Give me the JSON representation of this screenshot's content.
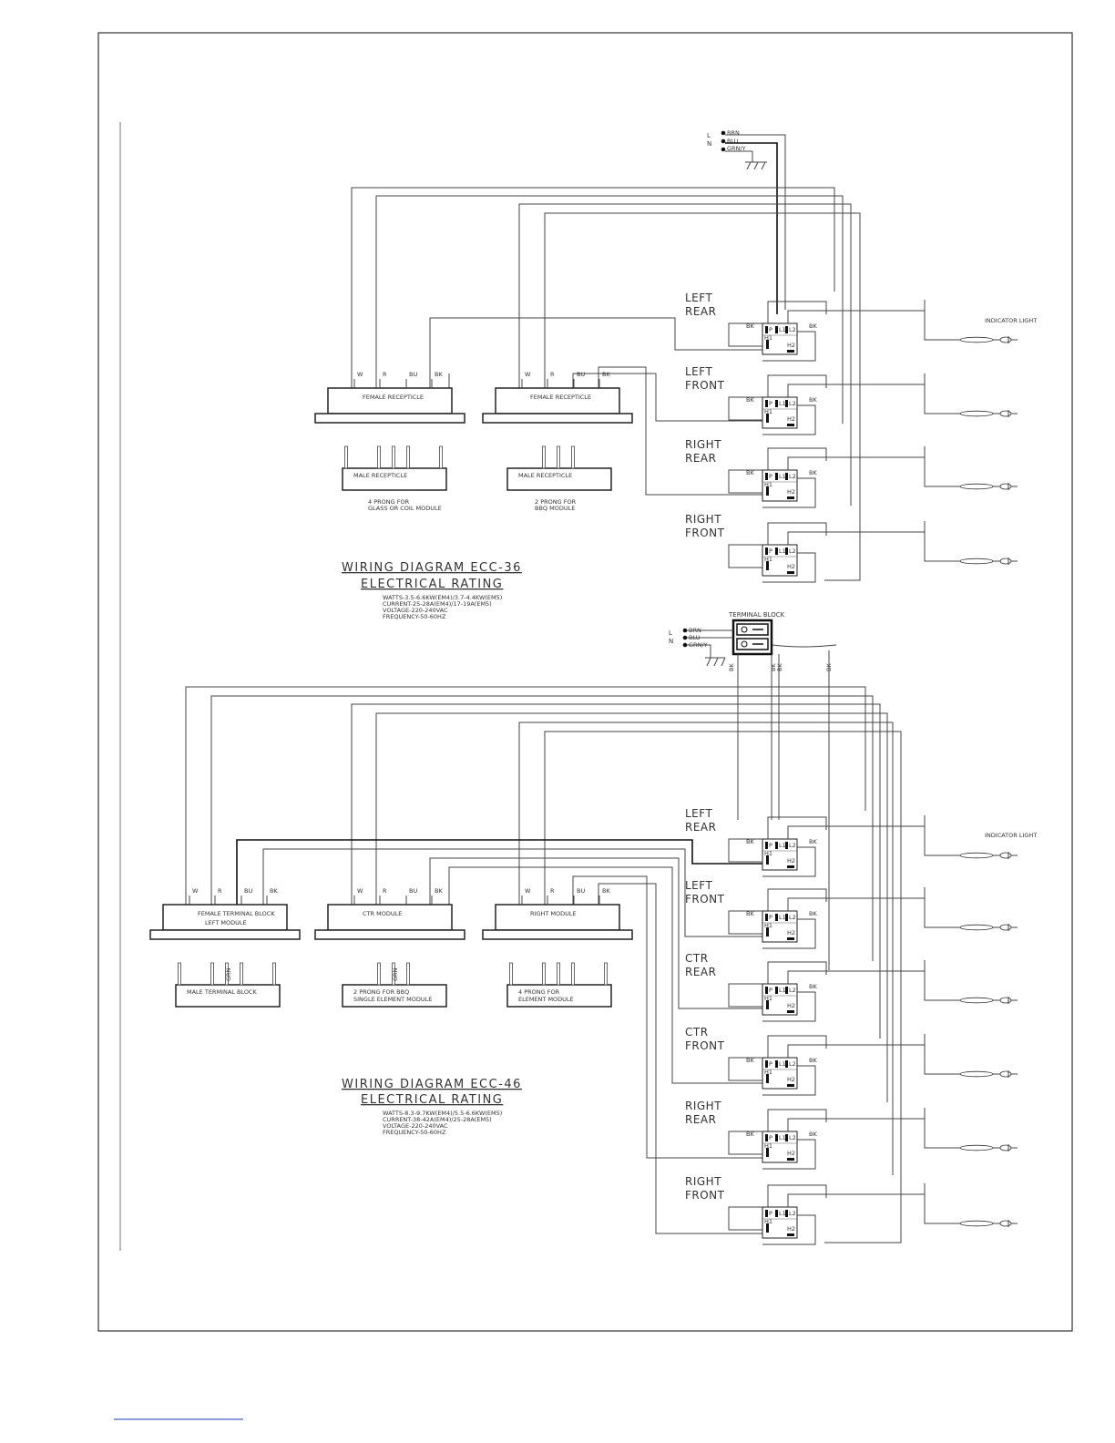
{
  "top": {
    "supply": [
      "L",
      "N"
    ],
    "wires": [
      "BRN",
      "BLU",
      "GRN/Y"
    ],
    "recepticles": [
      {
        "label": "FEMALE RECEPTICLE",
        "pins": [
          "W",
          "R",
          "BU",
          "BK"
        ],
        "male": "MALE RECEPTICLE",
        "note1": "4 PRONG FOR",
        "note2": "GLASS OR COIL MODULE"
      },
      {
        "label": "FEMALE RECEPTICLE",
        "pins": [
          "W",
          "R",
          "BU",
          "BK"
        ],
        "male": "MALE RECEPTICLE",
        "note1": "2 PRONG FOR",
        "note2": "BBQ MODULE"
      }
    ],
    "zones": [
      "LEFT REAR",
      "LEFT FRONT",
      "RIGHT REAR",
      "RIGHT FRONT"
    ],
    "indicator": "INDICATOR LIGHT",
    "diagram_title": "WIRING DIAGRAM ECC-36",
    "rating_title": "ELECTRICAL RATING",
    "ratings": [
      "WATTS-3.5-6.6KW(EM4)/3.7-4.4KW(EM5)",
      "CURRENT-25-28A(EM4)/17-19A(EM5)",
      "VOLTAGE-220-240VAC",
      "FREQUENCY-50-60HZ"
    ]
  },
  "bottom": {
    "terminal_block": "TERMINAL BLOCK",
    "supply": [
      "L",
      "N"
    ],
    "wires": [
      "BRN",
      "BLU",
      "GRN/Y"
    ],
    "modules": [
      {
        "line1": "FEMALE TERMINAL BLOCK",
        "line2": "LEFT MODULE",
        "pins": [
          "W",
          "R",
          "BU",
          "BK"
        ],
        "male1": "MALE TERMINAL BLOCK",
        "male2": ""
      },
      {
        "line1": "CTR MODULE",
        "line2": "",
        "pins": [
          "W",
          "R",
          "BU",
          "BK"
        ],
        "male1": "2 PRONG FOR BBQ",
        "male2": "SINGLE ELEMENT MODULE"
      },
      {
        "line1": "RIGHT MODULE",
        "line2": "",
        "pins": [
          "W",
          "R",
          "BU",
          "BK"
        ],
        "male1": "4 PRONG FOR",
        "male2": "ELEMENT MODULE"
      }
    ],
    "zones": [
      "LEFT REAR",
      "LEFT FRONT",
      "CTR REAR",
      "CTR FRONT",
      "RIGHT REAR",
      "RIGHT FRONT"
    ],
    "indicator": "INDICATOR LIGHT",
    "diagram_title": "WIRING DIAGRAM ECC-46",
    "rating_title": "ELECTRICAL RATING",
    "ratings": [
      "WATTS-8.3-9.7KW(EM4)/5.5-6.6KW(EM5)",
      "CURRENT-38-42A(EM4)/25-28A(EM5)",
      "VOLTAGE-220-240VAC",
      "FREQUENCY-50-60HZ"
    ]
  },
  "switch_labels": {
    "bk": "BK",
    "h1": "H1",
    "h2": "H2",
    "p": "P",
    "l1": "L1",
    "l2": "L2",
    "grn": "GRN"
  }
}
